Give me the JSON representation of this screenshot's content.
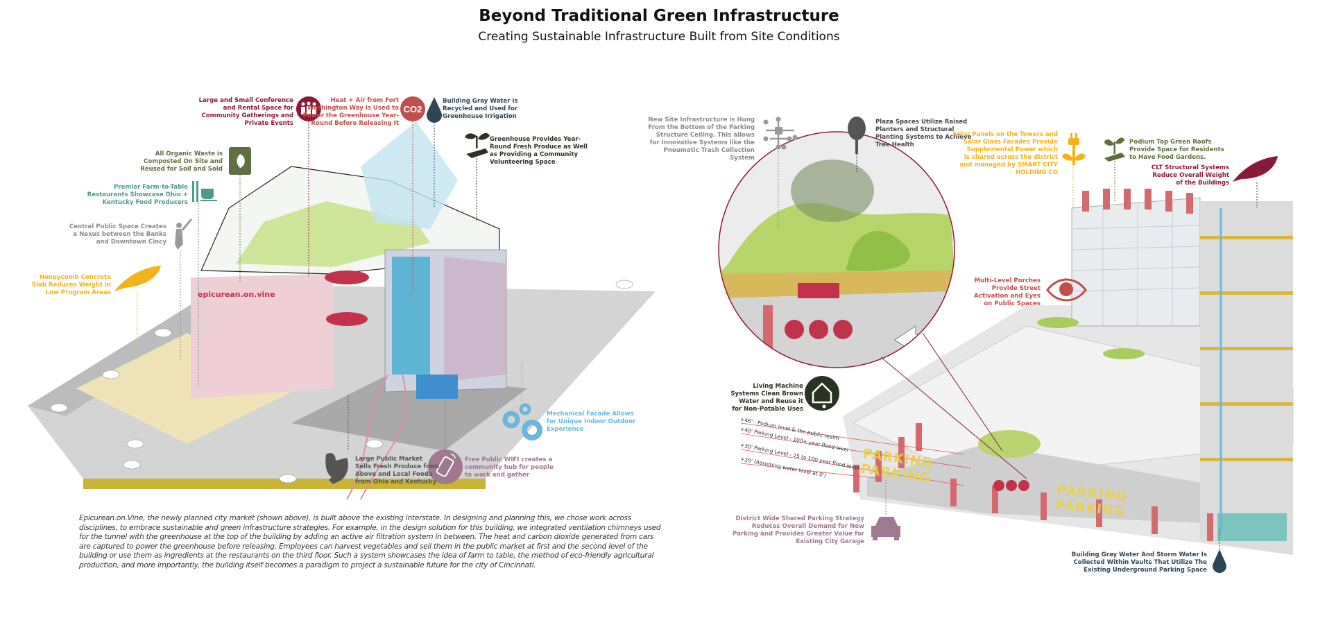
{
  "header": {
    "title": "Beyond Traditional Green Infrastructure",
    "subtitle": "Creating Sustainable Infrastructure Built from Site Conditions"
  },
  "left": {
    "sign": "epicurean.on.vine",
    "labels": {
      "conference": "Large and Small Conference\nand Rental Space for\nCommunity Gatherings and\nPrivate Events",
      "co2": "Heat + Air from Fort\nWashington Way is Used to\nPower the Greenhouse Year-\nRound Before Releasing It",
      "co2_icon_text": "CO2",
      "gray_water": "Building Gray Water is\nRecycled and Used for\nGreenhouse Irrigation",
      "greenhouse": "Greenhouse Provides Year-\nRound Fresh Produce as Well\nas Providing a Community\nVolunteering Space",
      "organic_waste": "All Organic Waste is\nComposted On Site and\nReused  for Soil and Sold",
      "restaurants": "Premier Farm-to-Table\nRestaurants Showcase Ohio +\nKentucky Food Producers",
      "public_space": "Central Public Space Creates\na Nexus between the Banks\nand Downtown Cincy",
      "honeycomb": "Honeycomb Concrete\nSlab Reduces Weight  in\nLow Program Areas",
      "market": "Large Public Market\nSells Fresh Produce from\nAbove and Local Foods\nfrom Ohio and Kentucky",
      "wifi": "Free Public WIFI creates a\ncommunity hub for people\nto work and gather",
      "mechanical": "Mechanical Facade Allows\nfor Unique Indoor Outdoor\nExperience"
    },
    "paragraph": "Epicurean.on.Vine, the newly planned city market (shown above), is built above the existing interstate. In designing and planning this, we chose work across disciplines, to embrace sustainable and green infrastructure strategies. For example, in the design solution for this building, we integrated ventilation chimneys used for the tunnel with the greenhouse at the top of the building by adding an active air filtration system in between. The heat and carbon dioxide generated from cars are captured to power the greenhouse before releasing. Employees can harvest vegetables and sell them in the public market at first and the second level of the building or use them as ingredients at the restaurants on the third floor. Such a system showcases the idea of farm to table, the method of eco-friendly agricultural production, and more importantly, the building itself becomes a paradigm to project a sustainable future for the city of Cincinnati."
  },
  "right": {
    "labels": {
      "site_infra": "New Site Infrastructure is Hung\nFrom the Bottom of the Parking\nStructure Ceiling. This allows\nfor Innovative Systems like the\nPneumatic Trash Collection\nSystem",
      "plaza": "Plaza Spaces Utilize Raised\nPlanters and Structural\nPlanting Systems to Achieve\nTree Health",
      "solar": "Solar Panels on the Towers and\nSolar Glass Facades Provide\nSupplemental Power which\nis shared across the district\nand managed by SMART CITY\nHOLDING CO",
      "podium": "Podium Top Green Roofs\nProvide Space for Residents\nto Have Food Gardens.",
      "clt": "CLT  Structural Systems\nReduce Overall Weight\nof the Buildings",
      "porches": "Multi-Level Porches\nProvide Street\nActivation and Eyes\non Public Spaces",
      "living_machine": "Living Machine\nSystems Clean Brown\nWater and  Reuse it\nfor Non-Potable Uses",
      "parking_strategy": "District Wide Shared Parking Strategy\nReduces Overall Demand for New\nParking and Provides Greater Value for\nExisting City Garage",
      "storm_water": "Building Gray Water And Storm Water Is\nCollected Within Vaults That Utilize The\nExisting Underground Parking Space"
    },
    "elevations": [
      "+46' - Podium level & the public realm",
      "+40' Parking Level - 100+ year flood level",
      "+30' Parking Level - 25 to 100 year flood level",
      "+20' (Assuming water level at 0')"
    ],
    "parking_words": [
      "PARKING",
      "PARKING"
    ]
  },
  "colors": {
    "maroon": "#8a1a3a",
    "red": "#c0504d",
    "navy": "#2f4656",
    "olive": "#5f7040",
    "teal": "#4f9a8c",
    "gray": "#8a8a8a",
    "gold": "#f2b31b",
    "sky": "#6bb7dc",
    "mauve": "#a07890",
    "dark": "#2a3322"
  }
}
